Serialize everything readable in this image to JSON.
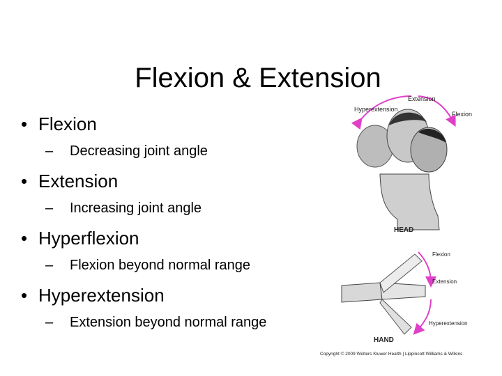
{
  "slide": {
    "title": "Flexion & Extension",
    "bullets": [
      {
        "label": "Flexion",
        "sub": "Decreasing joint angle"
      },
      {
        "label": "Extension",
        "sub": "Increasing joint angle"
      },
      {
        "label": "Hyperflexion",
        "sub": "Flexion beyond normal range"
      },
      {
        "label": "Hyperextension",
        "sub": "Extension beyond normal range"
      }
    ],
    "bullet_char": "•",
    "dash_char": "–"
  },
  "figure": {
    "head_labels": {
      "hyperextension": "Hyperextension",
      "extension": "Extension",
      "flexion": "Flexion",
      "caption": "HEAD"
    },
    "hand_labels": {
      "flexion": "Flexion",
      "extension": "Extension",
      "hyperextension": "Hyperextension",
      "caption": "HAND"
    },
    "copyright": "Copyright © 2009 Wolters Kluwer Health | Lippincott Williams & Wilkins",
    "arrow_color": "#e040c8"
  }
}
